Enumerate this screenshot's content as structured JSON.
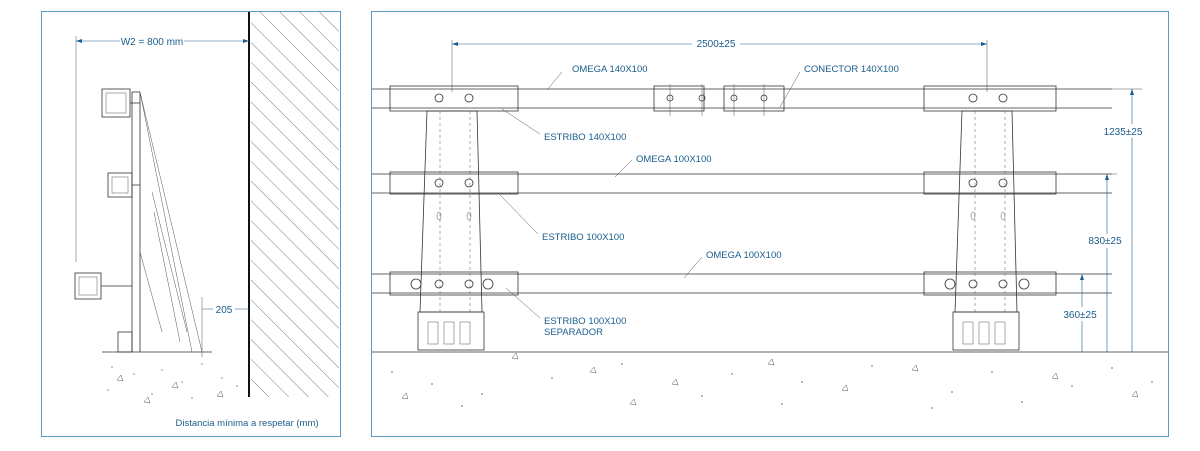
{
  "left": {
    "width_label": "W2 = 800 mm",
    "offset_label": "205",
    "caption": "Distancia mínima a respetar (mm)"
  },
  "right": {
    "spacing_label": "2500±25",
    "omega_top": "OMEGA 140X100",
    "connector": "CONECTOR 140X100",
    "estribo_top": "ESTRIBO 140X100",
    "omega_mid": "OMEGA 100X100",
    "estribo_mid": "ESTRIBO 100X100",
    "omega_low": "OMEGA 100X100",
    "estribo_low": "ESTRIBO 100X100",
    "separator": "SEPARADOR",
    "h_top": "1235±25",
    "h_mid": "830±25",
    "h_low": "360±25"
  },
  "colors": {
    "frame": "#5a9ac4",
    "annotation": "#1a5e8c",
    "line": "#333333"
  }
}
